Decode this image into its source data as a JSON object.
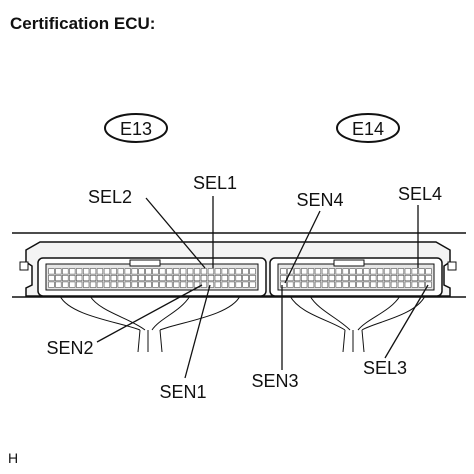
{
  "title": "Certification ECU:",
  "footer_mark": "H",
  "connectors": [
    {
      "id": "E13"
    },
    {
      "id": "E14"
    }
  ],
  "terminals": [
    "SEL2",
    "SEL1",
    "SEN4",
    "SEL4",
    "SEN2",
    "SEN1",
    "SEN3",
    "SEL3"
  ],
  "colors": {
    "line": "#111111",
    "background": "#ffffff",
    "body": "#e6e6e6",
    "pins": "#b8b8b8"
  }
}
